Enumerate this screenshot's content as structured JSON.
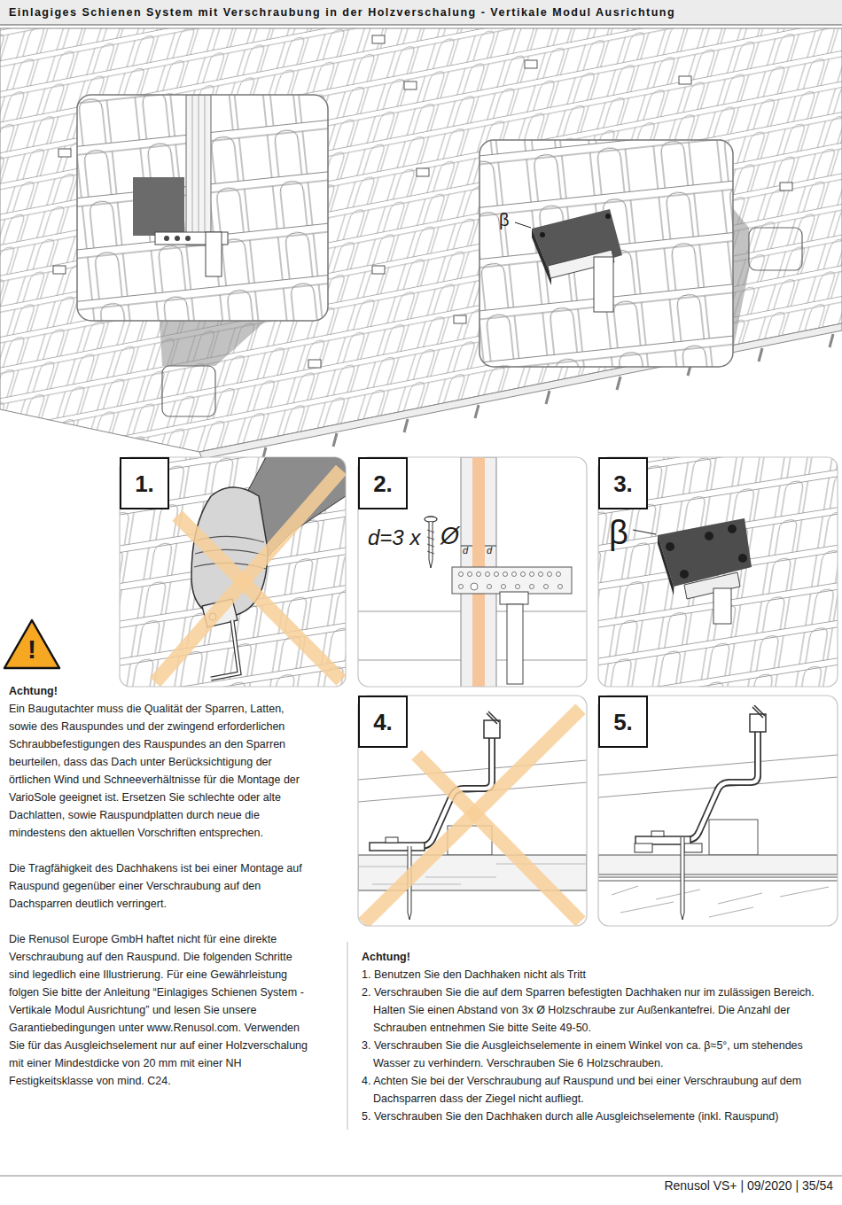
{
  "diagram": {
    "title": "Einlagiges Schienen System mit Verschraubung in der Holzverschalung - Vertikale Modul Ausrichtung",
    "nodes": [
      {
        "text": [
          "β"
        ]
      },
      {
        "text": [
          "1."
        ]
      },
      {
        "text": [
          "2.",
          "d=3 x",
          "Ø",
          "d",
          "d"
        ]
      },
      {
        "text": [
          "3.",
          "β"
        ]
      },
      {
        "text": [
          "!"
        ]
      },
      {
        "text": [
          "4."
        ]
      },
      {
        "text": [
          "5."
        ]
      }
    ],
    "labels": [
      "Achtung!",
      "Ein Baugutachter muss die Qualität der Sparren, Latten, sowie des Rauspundes und der zwingend erforderlichen Schraubbefestigungen des Rauspundes an den Sparren beurteilen, dass das Dach unter Berücksichtigung der örtlichen Wind und Schneeverhältnisse für die Montage der VarioSole geeignet ist. Ersetzen Sie schlechte oder alte Dachlatten, sowie Rauspundplatten durch neue die mindestens den aktuellen Vorschriften entsprechen.",
      "Die Tragfähigkeit des Dachhakens ist bei einer Montage auf Rauspund gegenüber einer Verschraubung auf den Dachsparren deutlich verringert.",
      "Die Renusol Europe GmbH haftet nicht für eine direkte Verschraubung auf den Rauspund. Die folgenden Schritte sind legedlich eine Illustrierung. Für eine Gewährleistung folgen Sie bitte der Anleitung “Einlagiges Schienen System - Vertikale Modul Ausrichtung” und lesen Sie unsere Garantiebedingungen unter www.Renusol.com. Verwenden Sie für das Ausgleichselement nur auf einer Holzverschalung mit einer Mindestdicke von 20 mm mit einer NH Festigkeitsklasse von mind. C24.",
      "Achtung!",
      "1. Benutzen Sie den Dachhaken nicht als Tritt",
      "2. Verschrauben Sie die auf dem Sparren befestigten Dachhaken nur im zulässigen Bereich. Halten Sie einen Abstand von 3x Ø Holzschraube zur Außenkantefrei. Die Anzahl der Schrauben entnehmen Sie bitte Seite 49-50.",
      "3. Verschrauben Sie die Ausgleichselemente in einem Winkel von ca. β≈5°, um stehendes Wasser zu verhindern. Verschrauben Sie 6 Holzschrauben.",
      "4. Achten Sie bei der Verschraubung auf Rauspund und bei einer Verschraubung auf dem Dachsparren dass der Ziegel nicht aufliegt.",
      "5. Verschrauben Sie den Dachhaken durch alle Ausgleichselemente (inkl. Rauspund)",
      "Renusol VS+ | 09/2020 | 35/54"
    ]
  }
}
